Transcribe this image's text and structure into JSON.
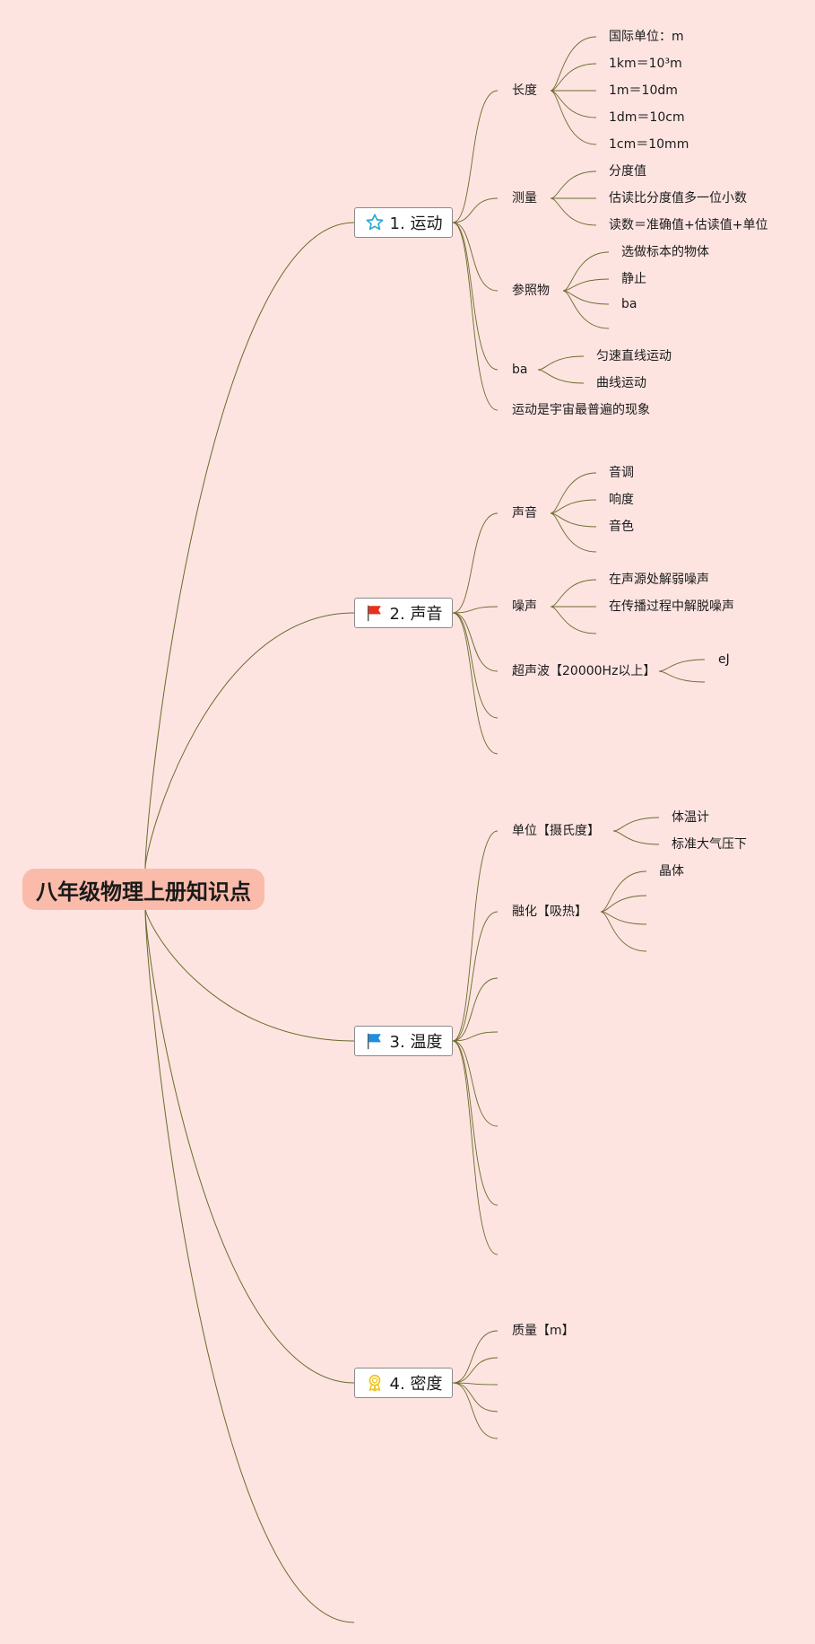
{
  "root": {
    "label": "八年级物理上册知识点"
  },
  "topics": [
    {
      "label": "1. 运动",
      "icon": "star-icon",
      "subs": [
        {
          "label": "长度",
          "leaves": [
            "国际单位：m",
            "1km＝10³m",
            "1m＝10dm",
            "1dm＝10cm",
            "1cm＝10mm"
          ]
        },
        {
          "label": "测量",
          "leaves": [
            "分度值",
            "估读比分度值多一位小数",
            "读数＝准确值+估读值+单位"
          ]
        },
        {
          "label": "参照物",
          "leaves": [
            "选做标本的物体",
            "静止",
            "ba",
            ""
          ]
        },
        {
          "label": "ba",
          "leaves": [
            "匀速直线运动",
            "曲线运动"
          ]
        },
        {
          "label": "运动是宇宙最普遍的现象",
          "leaves": []
        }
      ]
    },
    {
      "label": "2. 声音",
      "icon": "red-flag-icon",
      "subs": [
        {
          "label": "声音",
          "leaves": [
            "音调",
            "响度",
            "音色",
            ""
          ]
        },
        {
          "label": "噪声",
          "leaves": [
            "在声源处解弱噪声",
            "在传播过程中解脱噪声",
            ""
          ]
        },
        {
          "label": "超声波【20000Hz以上】",
          "leaves": [
            "eJ",
            ""
          ]
        },
        {
          "label": "",
          "leaves": []
        },
        {
          "label": "",
          "leaves": []
        }
      ]
    },
    {
      "label": "3. 温度",
      "icon": "blue-flag-icon",
      "subs": [
        {
          "label": "单位【摄氏度】",
          "leaves": [
            "体温计",
            "标准大气压下"
          ]
        },
        {
          "label": "融化【吸热】",
          "leaves": [
            "晶体",
            "",
            "",
            ""
          ]
        },
        {
          "label": "",
          "leaves": []
        },
        {
          "label": "",
          "leaves": []
        },
        {
          "label": "",
          "leaves": []
        },
        {
          "label": "",
          "leaves": []
        },
        {
          "label": "",
          "leaves": []
        }
      ]
    },
    {
      "label": "4. 密度",
      "icon": "award-ribbon-icon",
      "subs": [
        {
          "label": "质量【m】",
          "leaves": []
        },
        {
          "label": "",
          "leaves": []
        },
        {
          "label": "",
          "leaves": []
        },
        {
          "label": "",
          "leaves": []
        },
        {
          "label": "",
          "leaves": []
        }
      ]
    }
  ],
  "colors": {
    "background": "#fde4e1",
    "root_fill": "#fbbbaa",
    "line": "#6b6b2a",
    "star": "#2aa6d6",
    "red_flag": "#e8311d",
    "blue_flag": "#1e8fdc",
    "ribbon": "#f0c419"
  }
}
